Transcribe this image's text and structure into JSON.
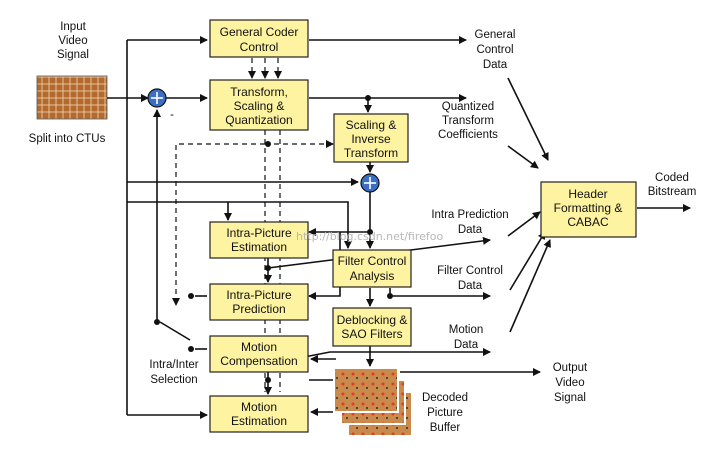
{
  "blocks": {
    "general_coder_control": [
      "General Coder",
      "Control"
    ],
    "transform": [
      "Transform,",
      "Scaling &",
      "Quantization"
    ],
    "scaling_inverse": [
      "Scaling &",
      "Inverse",
      "Transform"
    ],
    "intra_estimation": [
      "Intra-Picture",
      "Estimation"
    ],
    "intra_prediction": [
      "Intra-Picture",
      "Prediction"
    ],
    "filter_control": [
      "Filter Control",
      "Analysis"
    ],
    "deblocking": [
      "Deblocking &",
      "SAO Filters"
    ],
    "motion_compensation": [
      "Motion",
      "Compensation"
    ],
    "motion_estimation": [
      "Motion",
      "Estimation"
    ],
    "header": [
      "Header",
      "Formatting &",
      "CABAC"
    ]
  },
  "labels": {
    "input": [
      "Input",
      "Video",
      "Signal"
    ],
    "split": "Split into CTUs",
    "general_control_data": [
      "General",
      "Control",
      "Data"
    ],
    "quantized": [
      "Quantized",
      "Transform",
      "Coefficients"
    ],
    "intra_prediction_data": [
      "Intra Prediction",
      "Data"
    ],
    "filter_control_data": [
      "Filter Control",
      "Data"
    ],
    "motion_data": [
      "Motion",
      "Data"
    ],
    "coded_bitstream": [
      "Coded",
      "Bitstream"
    ],
    "output": [
      "Output",
      "Video",
      "Signal"
    ],
    "decoded_buffer": [
      "Decoded",
      "Picture",
      "Buffer"
    ],
    "intra_inter": [
      "Intra/Inter",
      "Selection"
    ],
    "minus": "-",
    "watermark": "http://blog.csdn.net/firefoo"
  },
  "colors": {
    "block_fill": "#fdf3a1",
    "adder_fill": "#3a6fc4"
  }
}
